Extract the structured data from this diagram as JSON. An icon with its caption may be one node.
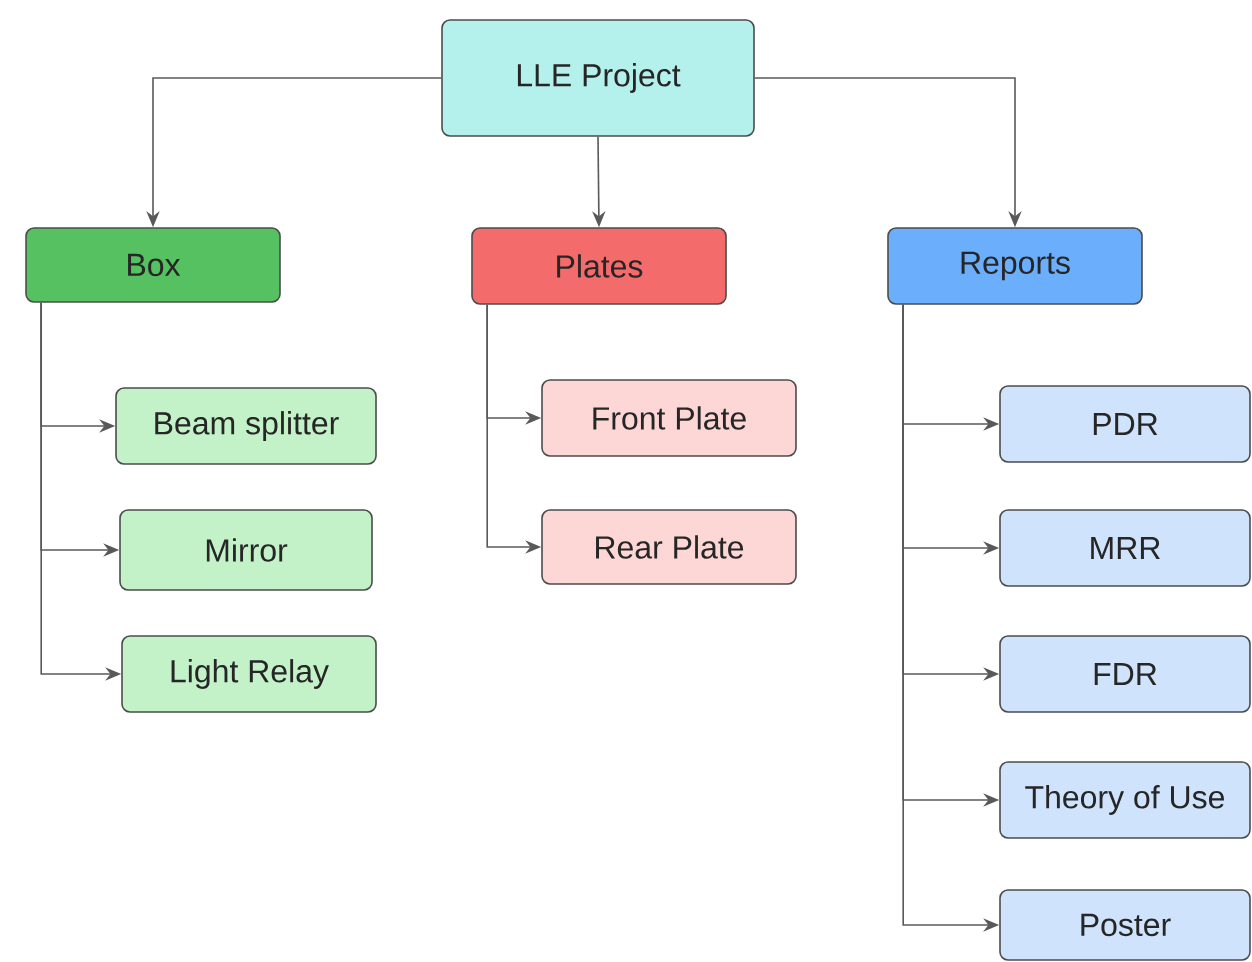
{
  "diagram": {
    "nodes": [
      {
        "text": [
          "LLE Project"
        ]
      },
      {
        "text": [
          "Box"
        ]
      },
      {
        "text": [
          "Beam splitter"
        ]
      },
      {
        "text": [
          "Mirror"
        ]
      },
      {
        "text": [
          "Light Relay"
        ]
      },
      {
        "text": [
          "Plates"
        ]
      },
      {
        "text": [
          "Front Plate"
        ]
      },
      {
        "text": [
          "Rear Plate"
        ]
      },
      {
        "text": [
          "Reports"
        ]
      },
      {
        "text": [
          "PDR"
        ]
      },
      {
        "text": [
          "MRR"
        ]
      },
      {
        "text": [
          "FDR"
        ]
      },
      {
        "text": [
          "Theory of Use"
        ]
      },
      {
        "text": [
          "Poster"
        ]
      }
    ],
    "edges": [
      {
        "from": 0,
        "to": 1,
        "arrow": "to"
      },
      {
        "from": 0,
        "to": 5,
        "arrow": "to"
      },
      {
        "from": 0,
        "to": 8,
        "arrow": "to"
      },
      {
        "from": 1,
        "to": 2,
        "arrow": "to"
      },
      {
        "from": 1,
        "to": 3,
        "arrow": "to"
      },
      {
        "from": 1,
        "to": 4,
        "arrow": "to"
      },
      {
        "from": 5,
        "to": 6,
        "arrow": "to"
      },
      {
        "from": 5,
        "to": 7,
        "arrow": "to"
      },
      {
        "from": 8,
        "to": 9,
        "arrow": "to"
      },
      {
        "from": 8,
        "to": 10,
        "arrow": "to"
      },
      {
        "from": 8,
        "to": 11,
        "arrow": "to"
      },
      {
        "from": 8,
        "to": 12,
        "arrow": "to"
      },
      {
        "from": 8,
        "to": 13,
        "arrow": "to"
      }
    ]
  }
}
